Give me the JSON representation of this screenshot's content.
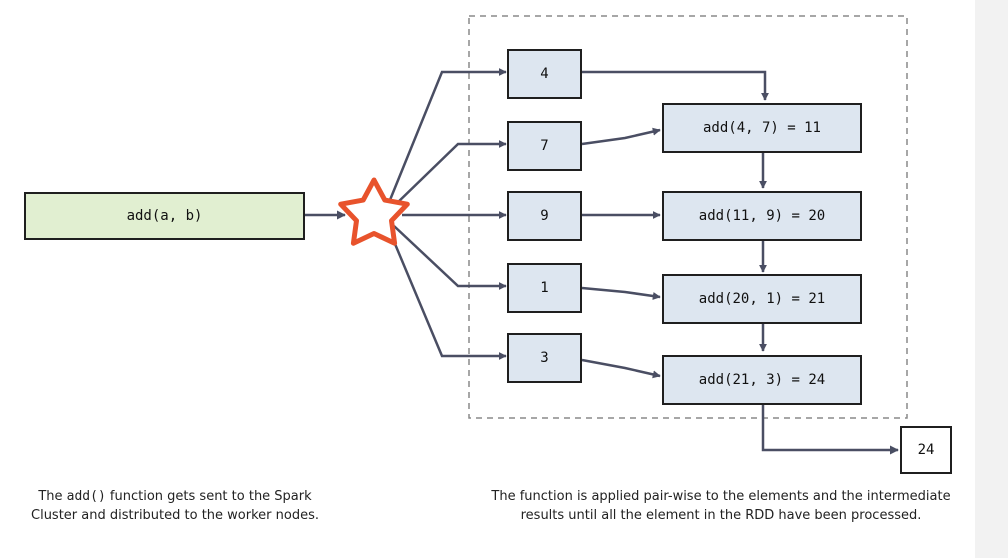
{
  "source": {
    "label": "add(a, b)"
  },
  "elements": [
    "4",
    "7",
    "9",
    "1",
    "3"
  ],
  "steps": [
    "add(4, 7) = 11",
    "add(11, 9) = 20",
    "add(20, 1) = 21",
    "add(21, 3) = 24"
  ],
  "result": "24",
  "captions": {
    "left_pre": "The ",
    "left_code": "add()",
    "left_post": " function gets sent to the Spark Cluster and distributed to the worker nodes.",
    "right": "The function is applied pair-wise to the elements and the intermediate results until all the element in the RDD have been processed."
  },
  "colors": {
    "source_fill": "#e1efd1",
    "node_fill": "#dde6f0",
    "star": "#e8532c",
    "arrow": "#4a4e63",
    "cluster_border": "#8a8a8a"
  }
}
